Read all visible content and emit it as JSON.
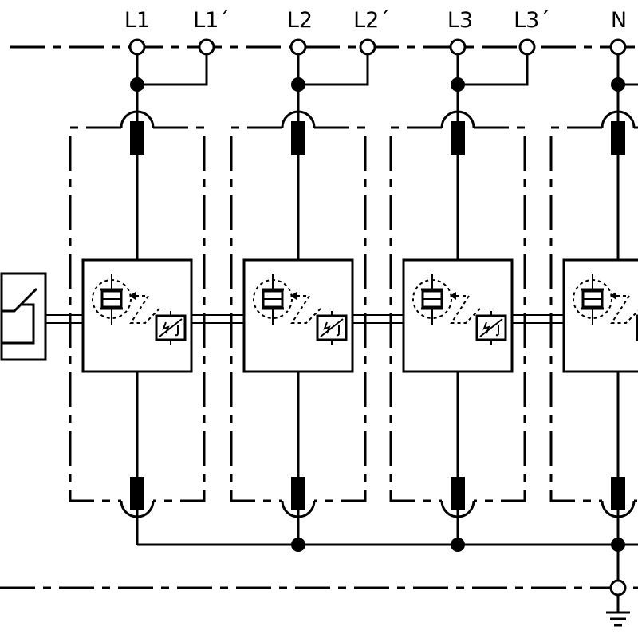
{
  "diagram": {
    "terminal_labels": [
      "L1",
      "L1´",
      "L2",
      "L2´",
      "L3",
      "L3´",
      "N"
    ]
  }
}
